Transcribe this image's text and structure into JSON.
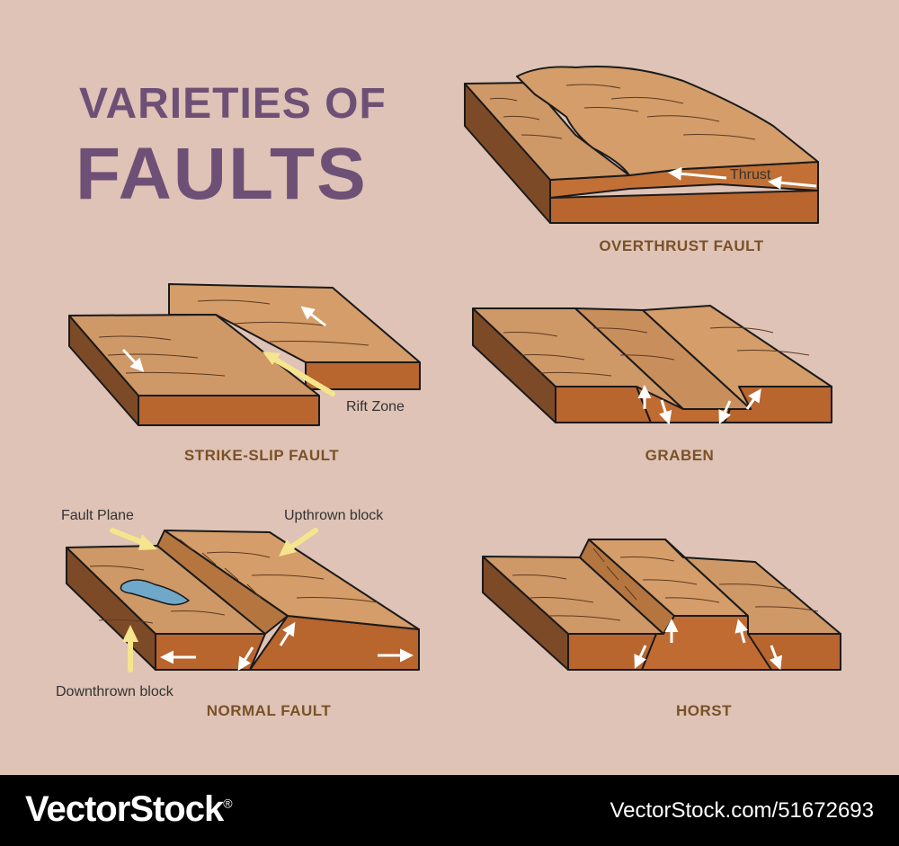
{
  "title": {
    "line1": "VARIETIES OF",
    "line2": "FAULTS"
  },
  "diagrams": {
    "overthrust": {
      "caption": "OVERTHRUST FAULT",
      "label_thrust": "Thrust"
    },
    "strike_slip": {
      "caption": "STRIKE-SLIP FAULT",
      "label_rift": "Rift Zone"
    },
    "graben": {
      "caption": "GRABEN"
    },
    "normal": {
      "caption": "NORMAL FAULT",
      "label_fault_plane": "Fault Plane",
      "label_upthrown": "Upthrown block",
      "label_downthrown": "Downthrown block"
    },
    "horst": {
      "caption": "HORST"
    }
  },
  "footer": {
    "brand": "VectorStock",
    "reg": "®",
    "stock_id": "VectorStock.com/51672693"
  },
  "colors": {
    "background": "#dec3b6",
    "title": "#6e5076",
    "caption": "#7a5128",
    "top_face": "#d39b66",
    "front_face": "#b8652e",
    "side_face": "#7d4a28",
    "arrow": "#f5e58c",
    "water": "#6fa8c9"
  }
}
